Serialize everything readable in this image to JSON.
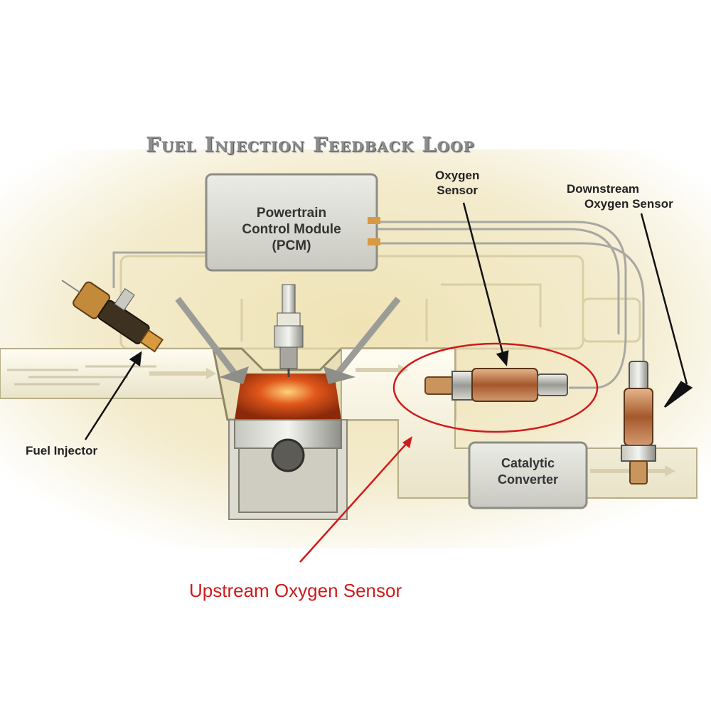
{
  "diagram": {
    "title": "Fuel Injection Feedback Loop",
    "pcm": {
      "line1": "Powertrain",
      "line2": "Control Module",
      "line3": "(PCM)"
    },
    "catalytic_converter": {
      "line1": "Catalytic",
      "line2": "Converter"
    },
    "labels": {
      "oxygen_sensor_line1": "Oxygen",
      "oxygen_sensor_line2": "Sensor",
      "downstream_line1": "Downstream",
      "downstream_line2": "Oxygen Sensor",
      "fuel_injector": "Fuel Injector",
      "upstream": "Upstream Oxygen Sensor"
    },
    "colors": {
      "background": "#f1e8c4",
      "highlight": "#d11a1a",
      "combustion": "#e0561a",
      "box": "#dcdcd6"
    }
  }
}
